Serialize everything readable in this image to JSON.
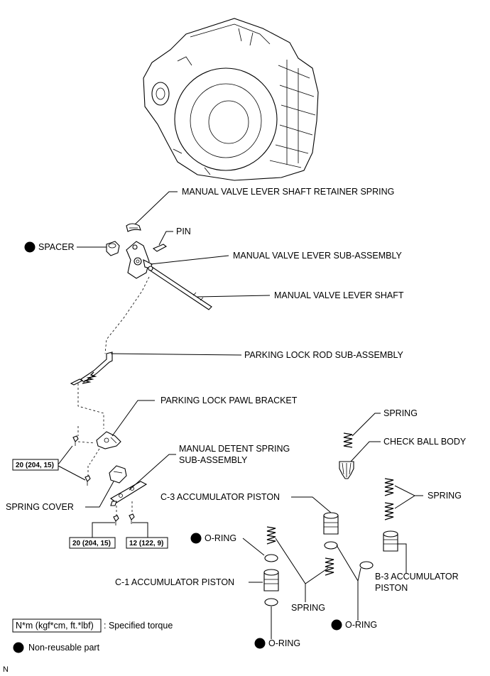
{
  "labels": {
    "retainer_spring": "MANUAL VALVE LEVER SHAFT RETAINER SPRING",
    "pin": "PIN",
    "spacer": "SPACER",
    "lever_sub_assembly": "MANUAL VALVE LEVER SUB-ASSEMBLY",
    "lever_shaft": "MANUAL VALVE LEVER SHAFT",
    "parking_lock_rod": "PARKING LOCK ROD SUB-ASSEMBLY",
    "parking_lock_pawl_bracket": "PARKING LOCK PAWL BRACKET",
    "spring_top": "SPRING",
    "check_ball_body": "CHECK BALL BODY",
    "detent_spring_line1": "MANUAL DETENT SPRING",
    "detent_spring_line2": "SUB-ASSEMBLY",
    "spring_right": "SPRING",
    "spring_cover": "SPRING COVER",
    "c3_piston": "C-3 ACCUMULATOR PISTON",
    "o_ring_left": "O-RING",
    "b3_piston_line1": "B-3 ACCUMULATOR",
    "b3_piston_line2": "PISTON",
    "c1_piston": "C-1 ACCUMULATOR PISTON",
    "spring_bottom": "SPRING",
    "o_ring_right": "O-RING",
    "o_ring_bottom": "O-RING"
  },
  "torques": {
    "bracket_bolt": "20 (204, 15)",
    "detent_bolt_left": "20 (204, 15)",
    "detent_bolt_right": "12 (122, 9)"
  },
  "legend": {
    "torque_box": "N*m (kgf*cm, ft.*lbf)",
    "torque_desc": ": Specified torque",
    "non_reusable": "Non-reusable part"
  },
  "footer_code": "N"
}
